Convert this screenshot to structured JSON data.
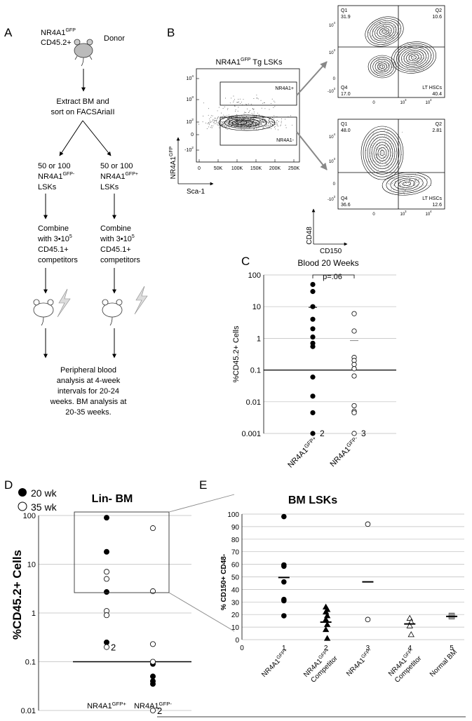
{
  "panel_letters": {
    "a": "A",
    "b": "B",
    "c": "C",
    "d": "D",
    "e": "E"
  },
  "panelA": {
    "donor_gene": "NR4A1",
    "donor_gene_sup": "GFP",
    "donor_marker": "CD45.2+",
    "donor_label": "Donor",
    "step1_line1": "Extract BM and",
    "step1_line2": "sort on FACSAriaII",
    "left_branch": {
      "line1": "50 or 100",
      "line2": "NR4A1",
      "line2_sup": "GFP-",
      "line3": "LSKs"
    },
    "right_branch": {
      "line1": "50 or 100",
      "line2": "NR4A1",
      "line2_sup": "GFP+",
      "line3": "LSKs"
    },
    "combine": {
      "line1": "Combine",
      "line2a": "with 3•10",
      "line2_sup": "5",
      "line3": "CD45.1+",
      "line4": "competitors"
    },
    "final": [
      "Peripheral blood",
      "analysis at 4-week",
      "intervals for 20-24",
      "weeks. BM analysis at",
      "20-35 weeks."
    ]
  },
  "panelB": {
    "title_gene": "NR4A1",
    "title_sup": "GFP",
    "title_rest": " Tg LSKs",
    "gate_pos": "NR4A1+",
    "gate_neg": "NR4A1-",
    "ylabel_gene": "NR4A1",
    "ylabel_sup": "GFP",
    "xlabel": "Sca-1",
    "main_yticks": [
      {
        "base": "10",
        "exp": "4"
      },
      {
        "base": "10",
        "exp": "3"
      },
      {
        "base": "10",
        "exp": "2"
      },
      {
        "base": "0",
        "exp": ""
      },
      {
        "base": "-10",
        "exp": "2"
      }
    ],
    "main_xticks": [
      "0",
      "50K",
      "100K",
      "150K",
      "200K",
      "250K"
    ],
    "top_quadrants": {
      "q1": "Q1",
      "q1v": "31.9",
      "q2": "Q2",
      "q2v": "10.6",
      "q4": "Q4",
      "q4v": "17.0",
      "q3": "LT HSCs",
      "q3v": "40.4"
    },
    "bottom_quadrants": {
      "q1": "Q1",
      "q1v": "48.0",
      "q2": "Q2",
      "q2v": "2.81",
      "q4": "Q4",
      "q4v": "36.6",
      "q3": "LT HSCs",
      "q3v": "12.6"
    },
    "small_yticks": [
      {
        "base": "10",
        "exp": "4"
      },
      {
        "base": "10",
        "exp": "3"
      },
      {
        "base": "0",
        "exp": ""
      },
      {
        "base": "-10",
        "exp": "3"
      }
    ],
    "small_xticks": [
      {
        "base": "0",
        "exp": ""
      },
      {
        "base": "10",
        "exp": "3"
      },
      {
        "base": "10",
        "exp": "4"
      }
    ],
    "cd48": "CD48",
    "cd150": "CD150"
  },
  "chart_data": [
    {
      "id": "C",
      "type": "scatter",
      "title": "Blood 20 Weeks",
      "ylabel": "%CD45.2+ Cells",
      "yscale": "log",
      "ylim": [
        0.001,
        100
      ],
      "yticks": [
        "100",
        "10",
        "1",
        "0.1",
        "0.01",
        "0.001"
      ],
      "categories": [
        {
          "base": "NR4A1",
          "sup": "GFP+"
        },
        {
          "base": "NR4A1",
          "sup": "GFP-"
        }
      ],
      "threshold": 0.1,
      "pvalue": "p=.06",
      "series": [
        {
          "category": 0,
          "filled": true,
          "values": [
            50,
            30,
            10,
            4,
            2,
            1.1,
            0.7,
            0.55,
            0.06,
            0.015,
            0.0045,
            0.001
          ],
          "mean": 9.5,
          "count_label": "2"
        },
        {
          "category": 1,
          "filled": false,
          "values": [
            6,
            1.7,
            0.25,
            0.2,
            0.15,
            0.11,
            0.065,
            0.0075,
            0.005,
            0.0045,
            0.001
          ],
          "mean": 0.85,
          "count_label": "3"
        }
      ]
    },
    {
      "id": "D",
      "type": "scatter",
      "title": "Lin- BM",
      "ylabel": "%CD45.2+ Cells",
      "yscale": "log",
      "ylim": [
        0.01,
        100
      ],
      "yticks": [
        "100",
        "10",
        "1",
        "0.1",
        "0.01"
      ],
      "categories": [
        {
          "base": "NR4A1",
          "sup": "GFP+"
        },
        {
          "base": "NR4A1",
          "sup": "GFP-"
        }
      ],
      "legend": [
        {
          "label": "20 wk",
          "filled": true
        },
        {
          "label": "35 wk",
          "filled": false
        }
      ],
      "threshold": 0.1,
      "series": [
        {
          "name": "20 wk",
          "category": 0,
          "values": [
            90,
            18,
            2.7,
            0.9,
            0.25
          ],
          "count_label": ""
        },
        {
          "name": "35 wk",
          "category": 0,
          "values": [
            7,
            5,
            1.1,
            0.9,
            0.2
          ],
          "count_label": "2"
        },
        {
          "name": "20 wk",
          "category": 1,
          "values": [
            0.09,
            0.05,
            0.04,
            0.035
          ],
          "count_label": ""
        },
        {
          "name": "35 wk",
          "category": 1,
          "values": [
            55,
            2.8,
            0.23,
            0.1,
            0.01
          ],
          "count_label": "2"
        }
      ]
    },
    {
      "id": "E",
      "type": "scatter",
      "title": "BM LSKs",
      "ylabel": "% CD150+ CD48-",
      "ylim": [
        0,
        100
      ],
      "yticks": [
        "0",
        "10",
        "20",
        "30",
        "40",
        "50",
        "60",
        "70",
        "80",
        "90",
        "100"
      ],
      "xticks": [
        "0",
        "1",
        "2",
        "3",
        "4",
        "5"
      ],
      "categories": [
        {
          "base": "NR4A1",
          "sup": "GFP+",
          "line2": ""
        },
        {
          "base": "NR4A1",
          "sup": "GFP+",
          "line2": "Competitor"
        },
        {
          "base": "NR4A1",
          "sup": "GFP-",
          "line2": ""
        },
        {
          "base": "NR4A1",
          "sup": "GFP-",
          "line2": "Competitor"
        },
        {
          "base": "Normal BM",
          "sup": "",
          "line2": ""
        }
      ],
      "series": [
        {
          "x": 1,
          "marker": "circle-filled",
          "values": [
            98,
            59.5,
            58.5,
            46,
            32,
            31,
            19
          ],
          "mean": 49.5
        },
        {
          "x": 2,
          "marker": "triangle-filled",
          "values": [
            26,
            24,
            22,
            19,
            16,
            12,
            8,
            1
          ],
          "mean": 14
        },
        {
          "x": 3,
          "marker": "circle-open",
          "values": [
            92,
            16
          ],
          "mean": 46
        },
        {
          "x": 4,
          "marker": "triangle-open",
          "values": [
            17,
            14,
            11,
            4
          ],
          "mean": 12.5
        },
        {
          "x": 5,
          "marker": "square-grey",
          "values": [
            19,
            18.5
          ],
          "mean": 18.5
        }
      ]
    }
  ]
}
